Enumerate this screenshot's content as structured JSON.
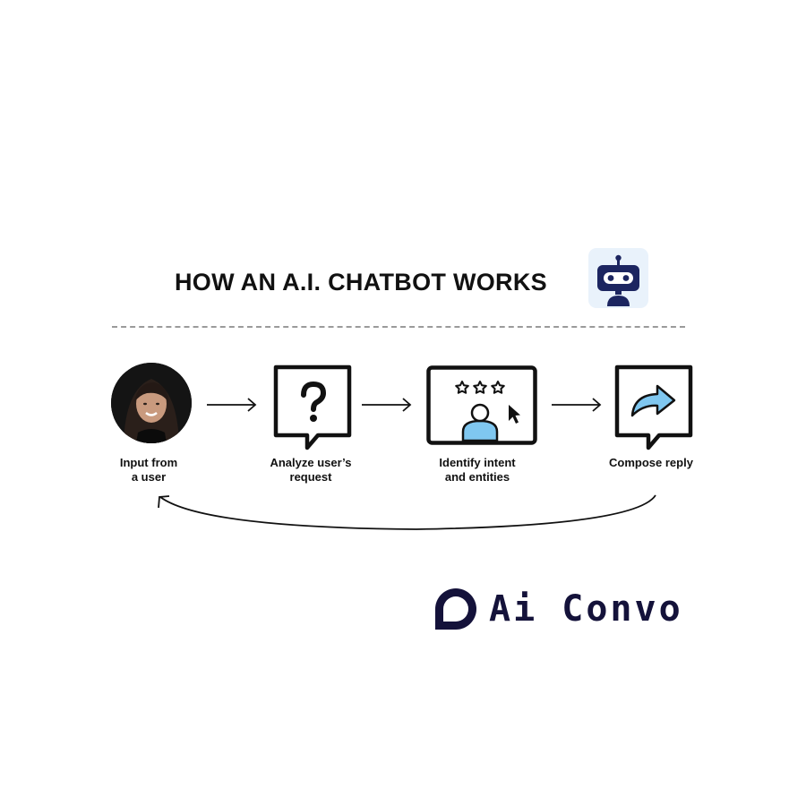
{
  "header": {
    "title": "HOW AN A.I. CHATBOT WORKS",
    "icon": "robot-icon"
  },
  "steps": [
    {
      "label": "Input from\na user",
      "icon": "user-photo"
    },
    {
      "label": "Analyze user’s\nrequest",
      "icon": "question-bubble-icon"
    },
    {
      "label": "Identify intent\nand entities",
      "icon": "rating-screen-icon"
    },
    {
      "label": "Compose reply",
      "icon": "reply-bubble-icon"
    }
  ],
  "logo": {
    "text": "Ai Convo",
    "icon": "speech-bubble-logo-icon"
  },
  "colors": {
    "text": "#111111",
    "light_blue": "#7fc7f0",
    "navy": "#14123a",
    "robot_navy": "#1c2560",
    "robot_tile": "#e9f2fb",
    "divider": "#9b9b9b"
  }
}
